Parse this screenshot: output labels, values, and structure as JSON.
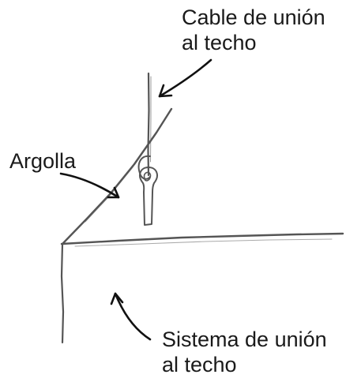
{
  "labels": {
    "cable": [
      "Cable de unión",
      "al techo"
    ],
    "argolla": "Argolla",
    "sistema": [
      "Sistema de unión",
      "al techo"
    ]
  },
  "colors": {
    "background": "#ffffff",
    "text": "#1a1a1a",
    "pencil": "#555555",
    "arrow": "#111111"
  }
}
